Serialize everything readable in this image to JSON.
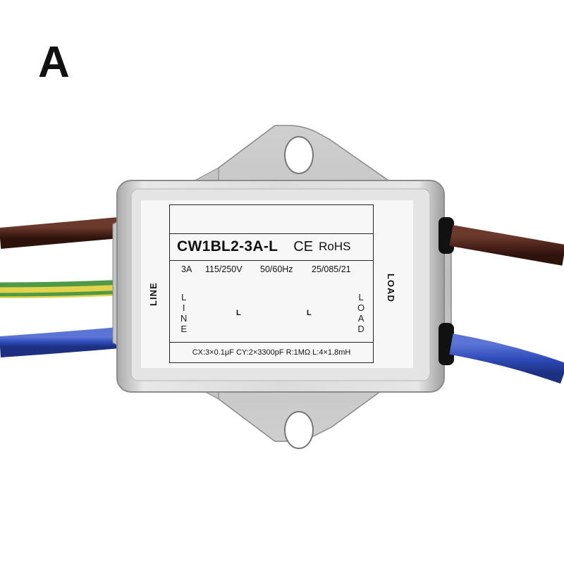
{
  "photo": {
    "panel_letter": "A",
    "wire_colors": {
      "brown": "#4e241c",
      "blue": "#2f4bb8",
      "green_yellow_green": "#4f9a46",
      "green_yellow_yellow": "#e2d24c"
    },
    "housing_color": "#d7d7d7"
  },
  "label": {
    "model": "CW1BL2-3A-L",
    "ce_mark": "CE",
    "rohs": "RoHS",
    "current": "3A",
    "voltage": "115/250V",
    "frequency": "50/60Hz",
    "climatic": "25/085/21",
    "components": "CX:3×0.1μF CY:2×3300pF R:1MΩ L:4×1.8mH",
    "line_label": "LINE",
    "load_label": "LOAD",
    "line_letters": [
      "L",
      "I",
      "N",
      "E"
    ],
    "load_letters": [
      "L",
      "O",
      "A",
      "D"
    ],
    "inductor_symbol": "L"
  }
}
